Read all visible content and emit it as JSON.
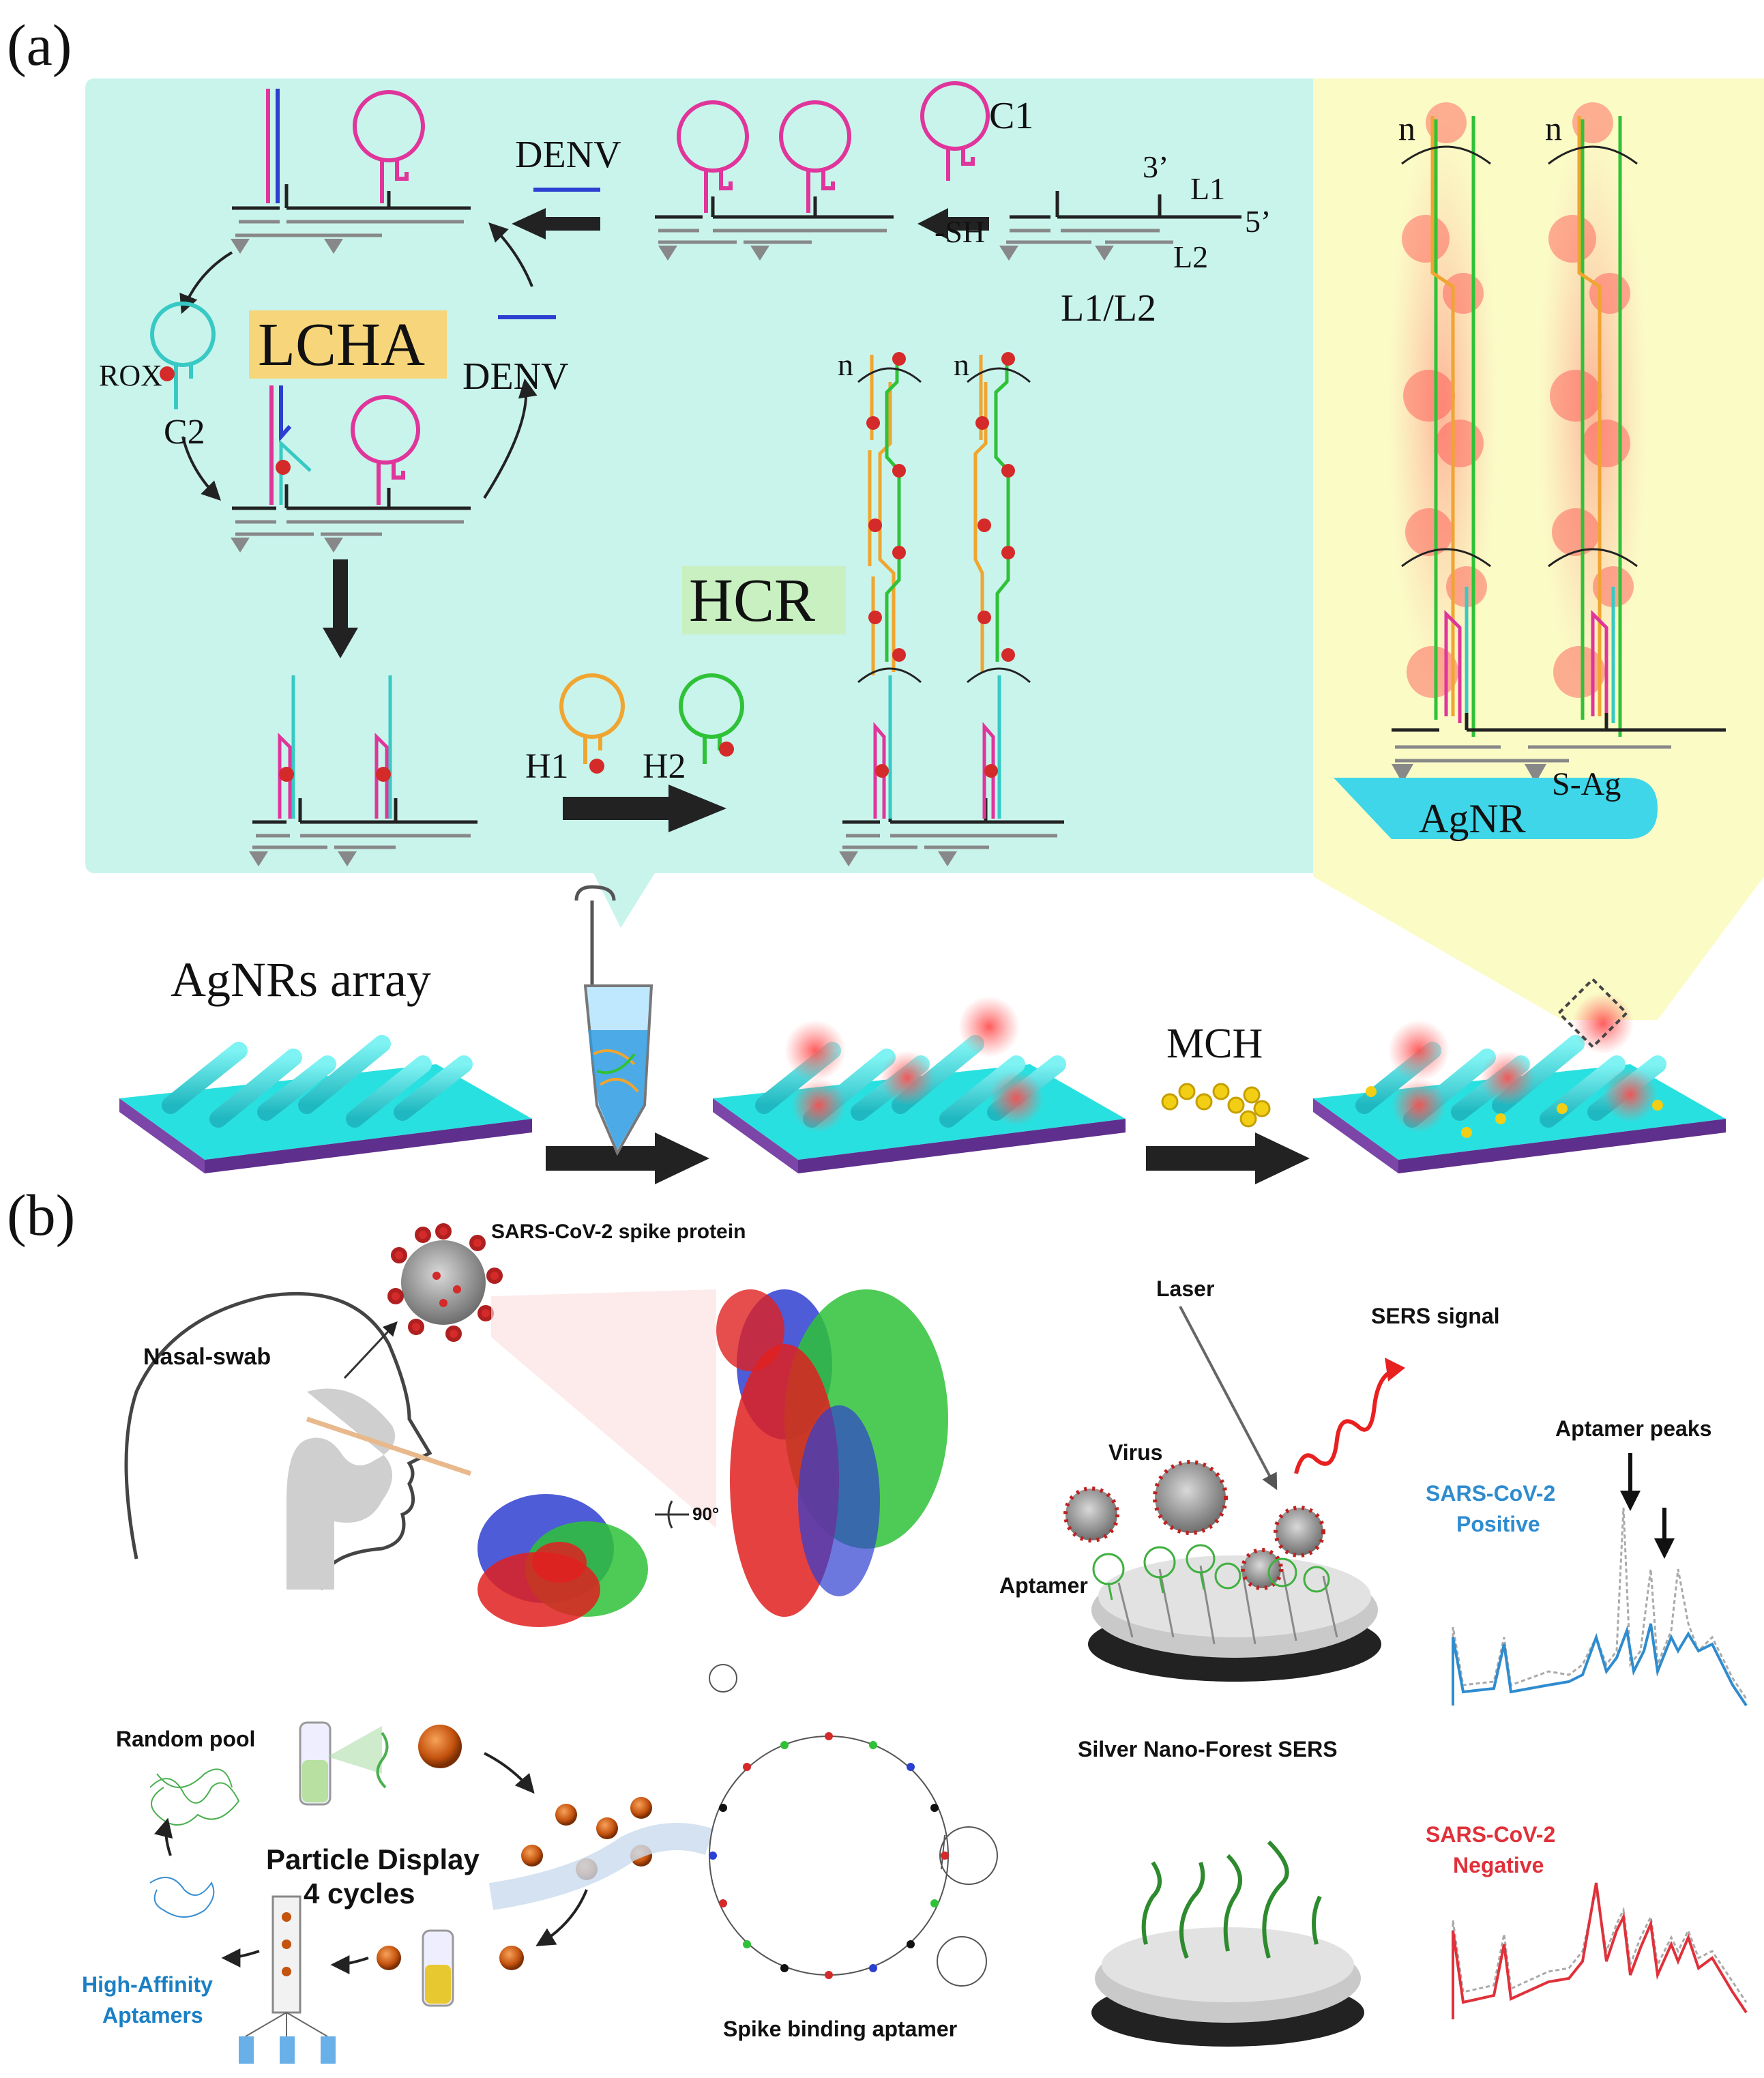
{
  "panel_a": {
    "label": "(a)",
    "lcha": "LCHA",
    "hcr": "HCR",
    "denv_top": "DENV",
    "denv_right": "DENV",
    "c1": "C1",
    "c2": "C2",
    "rox": "ROX",
    "three_prime": "3’",
    "five_prime": "5’",
    "l1": "L1",
    "l2": "L2",
    "sh": "-SH",
    "l1l2": "L1/L2",
    "h1": "H1",
    "h2": "H2",
    "n": "n",
    "agnr": "AgNR",
    "sag": "S-Ag",
    "agnrs_array": "AgNRs array",
    "mch": "MCH"
  },
  "panel_b": {
    "label": "(b)",
    "spike_title": "SARS-CoV-2 spike protein",
    "nasal_swab": "Nasal-swab",
    "rotation": "90°",
    "laser": "Laser",
    "sers_signal": "SERS signal",
    "virus": "Virus",
    "aptamer": "Aptamer",
    "aptamer_peaks": "Aptamer peaks",
    "positive_l1": "SARS-CoV-2",
    "positive_l2": "Positive",
    "negative_l1": "SARS-CoV-2",
    "negative_l2": "Negative",
    "silver_forest": "Silver Nano-Forest SERS",
    "random_pool": "Random pool",
    "particle_display_l1": "Particle Display",
    "particle_display_l2": "4 cycles",
    "high_affinity_l1": "High-Affinity",
    "high_affinity_l2": "Aptamers",
    "spike_aptamer": "Spike binding aptamer"
  },
  "colors": {
    "cyan_panel": "#c9f4ec",
    "yellow_panel": "#fbfbc6",
    "magenta": "#e0359b",
    "blue_strand": "#2b3fd0",
    "cyan_strand": "#38c9c4",
    "orange_strand": "#f0a530",
    "green_strand": "#2fc238",
    "rox_red": "#d42a2a",
    "lcha_bg": "#f7d57a",
    "hcr_bg": "#c8f0c0",
    "positive_blue": "#2f8ccf",
    "negative_red": "#e0313a"
  },
  "icons": [
    "nasal-swab-head-icon",
    "virus-icon",
    "protein-ribbon-icon",
    "rotation-arrow-icon",
    "tube-icon",
    "magnetic-bead-icon",
    "aptamer-structure-icon",
    "silver-forest-icon",
    "laser-beam-icon",
    "spectrum-icon"
  ]
}
